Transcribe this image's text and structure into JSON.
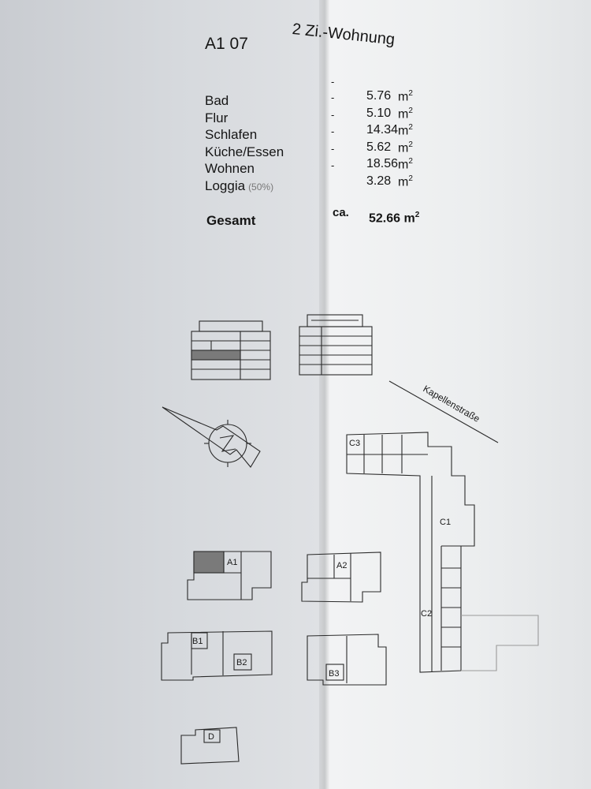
{
  "unit": "A1 07",
  "apartment_type": "2 Zi.-Wohnung",
  "rooms": [
    {
      "name": "Bad",
      "note": "",
      "area": "5.76",
      "unit": "m"
    },
    {
      "name": "Flur",
      "note": "",
      "area": "5.10",
      "unit": "m"
    },
    {
      "name": "Schlafen",
      "note": "",
      "area": "14.34",
      "unit": "m"
    },
    {
      "name": "Küche/Essen",
      "note": "",
      "area": "5.62",
      "unit": "m"
    },
    {
      "name": "Wohnen",
      "note": "",
      "area": "18.56",
      "unit": "m"
    },
    {
      "name": "Loggia",
      "note": "(50%)",
      "area": "3.28",
      "unit": "m"
    }
  ],
  "dash": "-",
  "square_exp": "2",
  "total": {
    "label": "Gesamt",
    "prefix": "ca.",
    "area": "52.66 m",
    "exp": "2"
  },
  "street_label": "Kapellenstraße",
  "building_labels": {
    "a1": "A1",
    "a2": "A2",
    "b1": "B1",
    "b2": "B2",
    "b3": "B3",
    "c1": "C1",
    "c2": "C2",
    "c3": "C3",
    "d": "D"
  },
  "highlight_color": "#7a7a7a",
  "line_color": "#2a2a2a",
  "icons": {
    "north": "compass-arrow-icon"
  }
}
